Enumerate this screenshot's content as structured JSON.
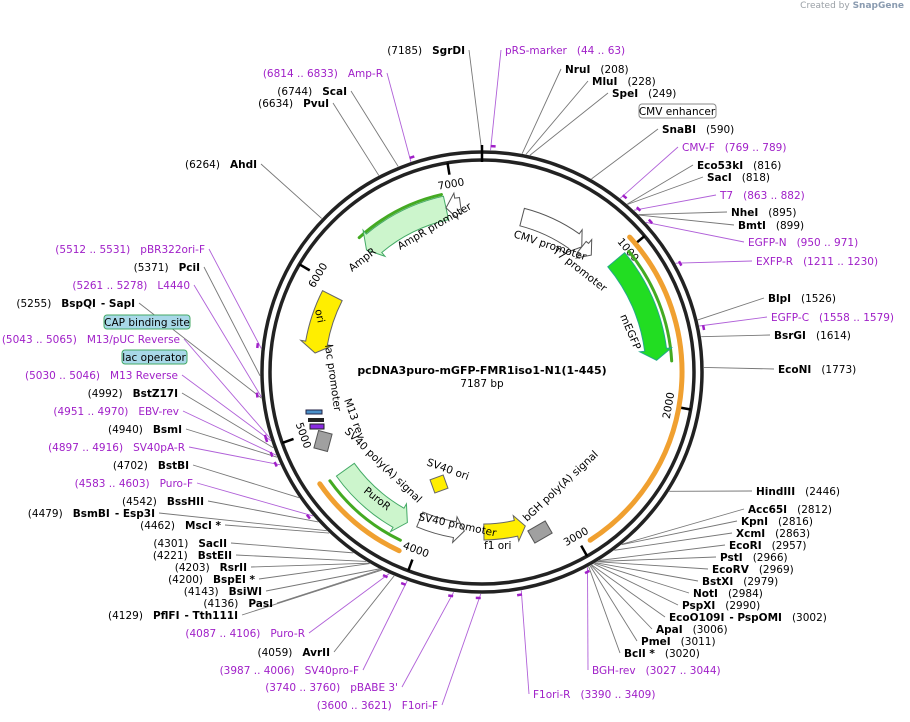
{
  "credit": {
    "prefix": "Created by",
    "brand": "SnapGene"
  },
  "plasmid": {
    "name": "pcDNA3puro-mGFP-FMR1iso1-N1(1-445)",
    "size_label": "7187 bp",
    "total_bp": 7187
  },
  "colors": {
    "primer": "#a020c8",
    "enzyme": "#000000",
    "mgfp": "#22dd22",
    "ori": "#ffee00",
    "ampr": "#ccf5cc",
    "puror": "#ccf5cc",
    "polya": "#a0a0a0",
    "orange_band": "#f0a030",
    "green_band": "#44aa22"
  },
  "axis_ticks": [
    {
      "bp": 1000,
      "label": "1000"
    },
    {
      "bp": 2000,
      "label": "2000"
    },
    {
      "bp": 3000,
      "label": "3000"
    },
    {
      "bp": 4000,
      "label": "4000"
    },
    {
      "bp": 5000,
      "label": "5000"
    },
    {
      "bp": 6000,
      "label": "6000"
    },
    {
      "bp": 7000,
      "label": "7000"
    }
  ],
  "features": [
    {
      "name": "CMV promoter"
    },
    {
      "name": "T7 promoter"
    },
    {
      "name": "mEGFP"
    },
    {
      "name": "bGH poly(A) signal"
    },
    {
      "name": "f1 ori"
    },
    {
      "name": "SV40 promoter"
    },
    {
      "name": "SV40 ori"
    },
    {
      "name": "PuroR"
    },
    {
      "name": "SV40 poly(A) signal"
    },
    {
      "name": "M13 rev"
    },
    {
      "name": "lac promoter"
    },
    {
      "name": "ori"
    },
    {
      "name": "AmpR"
    },
    {
      "name": "AmpR promoter"
    }
  ],
  "boxed_labels": [
    {
      "name": "CMV enhancer",
      "style": "white"
    },
    {
      "name": "CAP binding site",
      "style": "blue"
    },
    {
      "name": "lac operator",
      "style": "blue"
    }
  ],
  "labels": [
    {
      "kind": "enzyme",
      "name": "SgrDI",
      "pos": "(7185)"
    },
    {
      "kind": "primer",
      "name": "pRS-marker",
      "pos": "(44 .. 63)"
    },
    {
      "kind": "enzyme",
      "name": "NruI",
      "pos": "(208)"
    },
    {
      "kind": "enzyme",
      "name": "MluI",
      "pos": "(228)"
    },
    {
      "kind": "enzyme",
      "name": "SpeI",
      "pos": "(249)"
    },
    {
      "kind": "enzyme",
      "name": "SnaBI",
      "pos": "(590)"
    },
    {
      "kind": "primer",
      "name": "CMV-F",
      "pos": "(769 .. 789)"
    },
    {
      "kind": "enzyme",
      "name": "Eco53kI",
      "pos": "(816)"
    },
    {
      "kind": "enzyme",
      "name": "SacI",
      "pos": "(818)"
    },
    {
      "kind": "primer",
      "name": "T7",
      "pos": "(863 .. 882)"
    },
    {
      "kind": "enzyme",
      "name": "NheI",
      "pos": "(895)"
    },
    {
      "kind": "enzyme",
      "name": "BmtI",
      "pos": "(899)"
    },
    {
      "kind": "primer",
      "name": "EGFP-N",
      "pos": "(950 .. 971)"
    },
    {
      "kind": "primer",
      "name": "EXFP-R",
      "pos": "(1211 .. 1230)"
    },
    {
      "kind": "enzyme",
      "name": "BlpI",
      "pos": "(1526)"
    },
    {
      "kind": "primer",
      "name": "EGFP-C",
      "pos": "(1558 .. 1579)"
    },
    {
      "kind": "enzyme",
      "name": "BsrGI",
      "pos": "(1614)"
    },
    {
      "kind": "enzyme",
      "name": "EcoNI",
      "pos": "(1773)"
    },
    {
      "kind": "enzyme",
      "name": "HindIII",
      "pos": "(2446)"
    },
    {
      "kind": "enzyme",
      "name": "Acc65I",
      "pos": "(2812)"
    },
    {
      "kind": "enzyme",
      "name": "KpnI",
      "pos": "(2816)"
    },
    {
      "kind": "enzyme",
      "name": "XcmI",
      "pos": "(2863)"
    },
    {
      "kind": "enzyme",
      "name": "EcoRI",
      "pos": "(2957)"
    },
    {
      "kind": "enzyme",
      "name": "PstI",
      "pos": "(2966)"
    },
    {
      "kind": "enzyme",
      "name": "EcoRV",
      "pos": "(2969)"
    },
    {
      "kind": "enzyme",
      "name": "BstXI",
      "pos": "(2979)"
    },
    {
      "kind": "enzyme",
      "name": "NotI",
      "pos": "(2984)"
    },
    {
      "kind": "enzyme",
      "name": "PspXI",
      "pos": "(2990)"
    },
    {
      "kind": "enzyme",
      "name": "EcoO109I",
      "pos": "(3002)",
      "extra": "- PspOMI"
    },
    {
      "kind": "enzyme",
      "name": "ApaI",
      "pos": "(3006)"
    },
    {
      "kind": "enzyme",
      "name": "PmeI",
      "pos": "(3011)"
    },
    {
      "kind": "enzyme",
      "name": "BclI *",
      "pos": "(3020)"
    },
    {
      "kind": "primer",
      "name": "BGH-rev",
      "pos": "(3027 .. 3044)"
    },
    {
      "kind": "primer",
      "name": "F1ori-R",
      "pos": "(3390 .. 3409)"
    },
    {
      "kind": "primer",
      "name": "F1ori-F",
      "pos": "(3600 .. 3621)"
    },
    {
      "kind": "primer",
      "name": "pBABE 3'",
      "pos": "(3740 .. 3760)"
    },
    {
      "kind": "primer",
      "name": "SV40pro-F",
      "pos": "(3987 .. 4006)"
    },
    {
      "kind": "enzyme",
      "name": "AvrII",
      "pos": "(4059)"
    },
    {
      "kind": "primer",
      "name": "Puro-R",
      "pos": "(4087 .. 4106)"
    },
    {
      "kind": "enzyme",
      "name": "PflFI",
      "pos": "(4129)",
      "extra": "- Tth111I"
    },
    {
      "kind": "enzyme",
      "name": "PasI",
      "pos": "(4136)"
    },
    {
      "kind": "enzyme",
      "name": "BsiWI",
      "pos": "(4143)"
    },
    {
      "kind": "enzyme",
      "name": "BspEI *",
      "pos": "(4200)"
    },
    {
      "kind": "enzyme",
      "name": "RsrII",
      "pos": "(4203)"
    },
    {
      "kind": "enzyme",
      "name": "BstEII",
      "pos": "(4221)"
    },
    {
      "kind": "enzyme",
      "name": "SacII",
      "pos": "(4301)"
    },
    {
      "kind": "enzyme",
      "name": "MscI *",
      "pos": "(4462)"
    },
    {
      "kind": "enzyme",
      "name": "BsmBI",
      "pos": "(4479)",
      "extra": "- Esp3I"
    },
    {
      "kind": "enzyme",
      "name": "BssHII",
      "pos": "(4542)"
    },
    {
      "kind": "primer",
      "name": "Puro-F",
      "pos": "(4583 .. 4603)"
    },
    {
      "kind": "enzyme",
      "name": "BstBI",
      "pos": "(4702)"
    },
    {
      "kind": "primer",
      "name": "SV40pA-R",
      "pos": "(4897 .. 4916)"
    },
    {
      "kind": "enzyme",
      "name": "BsmI",
      "pos": "(4940)"
    },
    {
      "kind": "primer",
      "name": "EBV-rev",
      "pos": "(4951 .. 4970)"
    },
    {
      "kind": "enzyme",
      "name": "BstZ17I",
      "pos": "(4992)"
    },
    {
      "kind": "primer",
      "name": "M13 Reverse",
      "pos": "(5030 .. 5046)"
    },
    {
      "kind": "primer",
      "name": "M13/pUC Reverse",
      "pos": "(5043 .. 5065)"
    },
    {
      "kind": "enzyme",
      "name": "BspQI",
      "pos": "(5255)",
      "extra": "- SapI"
    },
    {
      "kind": "primer",
      "name": "L4440",
      "pos": "(5261 .. 5278)"
    },
    {
      "kind": "enzyme",
      "name": "PciI",
      "pos": "(5371)"
    },
    {
      "kind": "primer",
      "name": "pBR322ori-F",
      "pos": "(5512 .. 5531)"
    },
    {
      "kind": "enzyme",
      "name": "AhdI",
      "pos": "(6264)"
    },
    {
      "kind": "enzyme",
      "name": "PvuI",
      "pos": "(6634)"
    },
    {
      "kind": "enzyme",
      "name": "ScaI",
      "pos": "(6744)"
    },
    {
      "kind": "primer",
      "name": "Amp-R",
      "pos": "(6814 .. 6833)"
    }
  ]
}
